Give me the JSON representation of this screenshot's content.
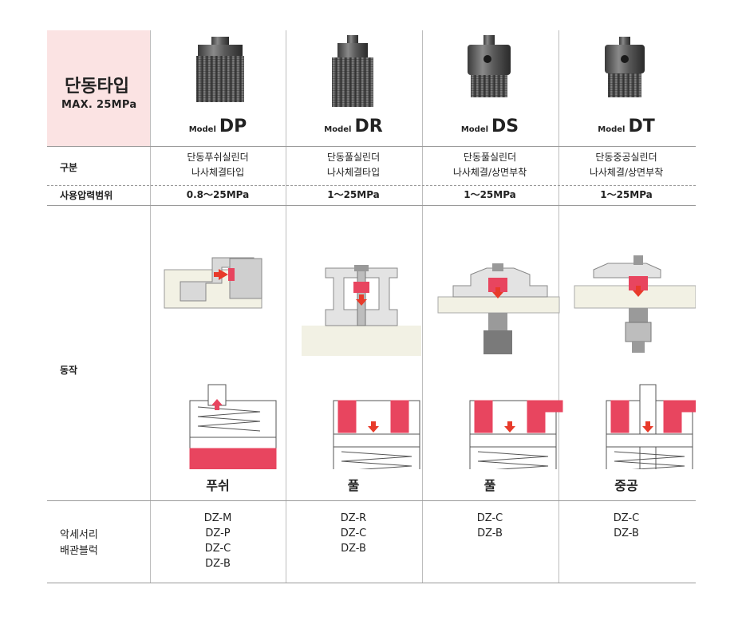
{
  "header": {
    "title": "단동타입",
    "subtitle": "MAX. 25MPa",
    "model_prefix": "Model"
  },
  "models": [
    {
      "code": "DP",
      "type": "단동푸쉬실린더",
      "mount": "나사체결타입",
      "pressure": "0.8～25MPa",
      "action": "푸쉬",
      "accessories": [
        "DZ-M",
        "DZ-P",
        "DZ-C",
        "DZ-B"
      ]
    },
    {
      "code": "DR",
      "type": "단동풀실린더",
      "mount": "나사체결타입",
      "pressure": "1～25MPa",
      "action": "풀",
      "accessories": [
        "DZ-R",
        "DZ-C",
        "DZ-B"
      ]
    },
    {
      "code": "DS",
      "type": "단동풀실린더",
      "mount": "나사체결/상면부착",
      "pressure": "1～25MPa",
      "action": "풀",
      "accessories": [
        "DZ-C",
        "DZ-B"
      ]
    },
    {
      "code": "DT",
      "type": "단동중공실린더",
      "mount": "나사체결/상면부착",
      "pressure": "1～25MPa",
      "action": "중공",
      "accessories": [
        "DZ-C",
        "DZ-B"
      ]
    }
  ],
  "rows": {
    "category": "구분",
    "pressure": "사용압력범위",
    "operation": "동작",
    "accessories_line1": "악세서리",
    "accessories_line2": "배관블럭"
  },
  "colors": {
    "title_bg": "#fbe3e3",
    "pressure_red": "#e8455f",
    "arrow_red": "#e83a2a",
    "port_blue": "#3aa0e0"
  }
}
